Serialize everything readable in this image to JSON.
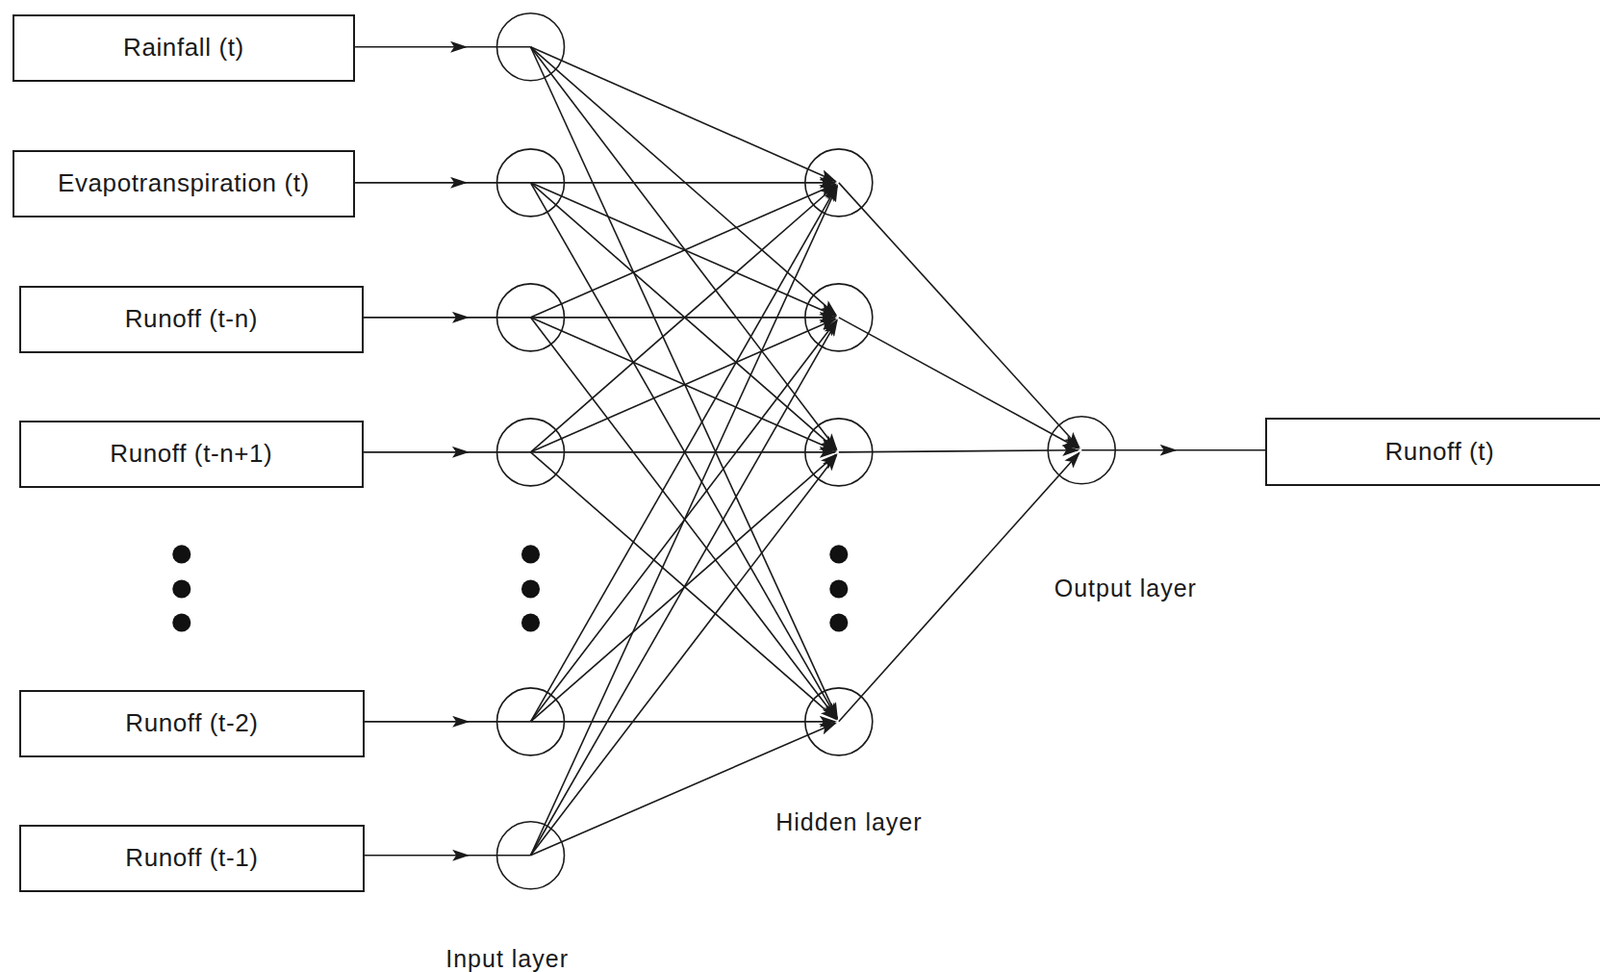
{
  "diagram": {
    "nodes": [
      {
        "text": [
          "Rainfall (t)"
        ]
      },
      {
        "text": [
          "Evapotranspiration (t)"
        ]
      },
      {
        "text": [
          "Runoff (t-n)"
        ]
      },
      {
        "text": [
          "Runoff (t-n+1)"
        ]
      },
      {
        "text": [
          "Runoff (t-2)"
        ]
      },
      {
        "text": [
          "Runoff (t-1)"
        ]
      },
      {
        "text": [
          "Runoff (t)"
        ]
      }
    ],
    "labels": [
      "Output layer",
      "Hidden layer",
      "Input layer"
    ]
  }
}
